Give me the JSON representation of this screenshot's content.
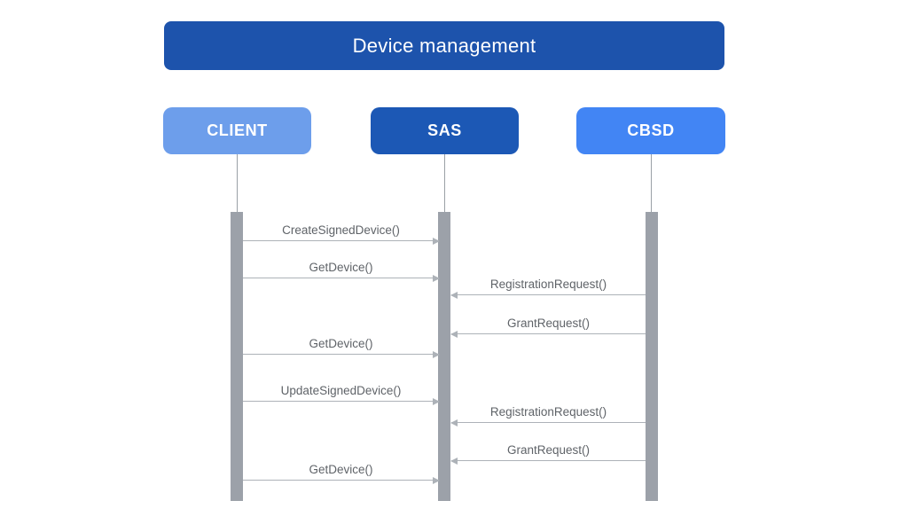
{
  "diagram": {
    "title": "Device management",
    "actors": [
      {
        "id": "client",
        "label": "CLIENT",
        "color": "#6D9EEB"
      },
      {
        "id": "sas",
        "label": "SAS",
        "color": "#1C58B5"
      },
      {
        "id": "cbsd",
        "label": "CBSD",
        "color": "#4285F4"
      }
    ],
    "messages": [
      {
        "label": "CreateSignedDevice()",
        "from": "CLIENT",
        "to": "SAS"
      },
      {
        "label": "GetDevice()",
        "from": "CLIENT",
        "to": "SAS"
      },
      {
        "label": "RegistrationRequest()",
        "from": "CBSD",
        "to": "SAS"
      },
      {
        "label": "GrantRequest()",
        "from": "CBSD",
        "to": "SAS"
      },
      {
        "label": "GetDevice()",
        "from": "CLIENT",
        "to": "SAS"
      },
      {
        "label": "UpdateSignedDevice()",
        "from": "CLIENT",
        "to": "SAS"
      },
      {
        "label": "RegistrationRequest()",
        "from": "CBSD",
        "to": "SAS"
      },
      {
        "label": "GrantRequest()",
        "from": "CBSD",
        "to": "SAS"
      },
      {
        "label": "GetDevice()",
        "from": "CLIENT",
        "to": "SAS"
      }
    ],
    "icons": {
      "arrowhead_right": "css-triangle-right",
      "arrowhead_left": "css-triangle-left"
    },
    "colors": {
      "banner": "#1D53AC",
      "client_box": "#6D9EEB",
      "sas_box": "#1C58B5",
      "cbsd_box": "#4285F4",
      "activation_bar": "#9CA1A9",
      "lifeline": "#9AA0A6",
      "arrow": "#ADB2B8",
      "message_text": "#5F6368",
      "actor_text": "#FFFFFF",
      "background": "#FFFFFF"
    }
  }
}
